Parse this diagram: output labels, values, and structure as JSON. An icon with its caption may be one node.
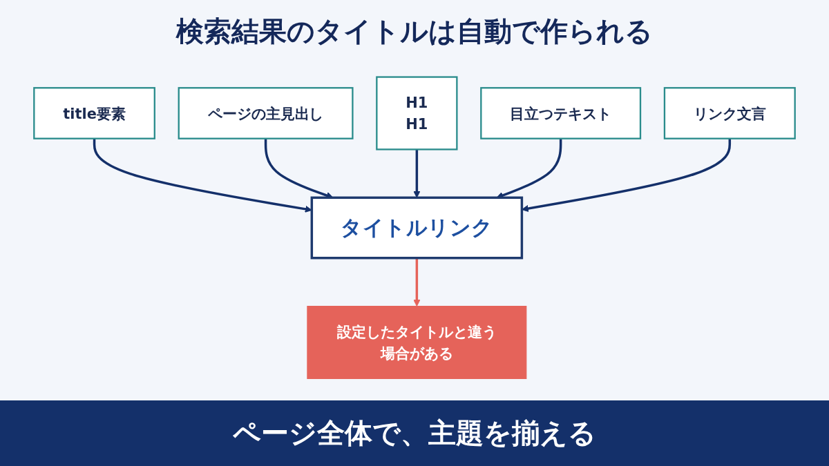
{
  "diagram": {
    "title": "検索結果のタイトルは自動で作られる",
    "nodes": [
      {
        "text": [
          "title要素"
        ]
      },
      {
        "text": [
          "ページの主見出し"
        ]
      },
      {
        "text": [
          "H1",
          "H1"
        ]
      },
      {
        "text": [
          "目立つテキスト"
        ]
      },
      {
        "text": [
          "リンク文言"
        ]
      },
      {
        "text": [
          "タイトルリンク"
        ]
      },
      {
        "text": [
          "設定したタイトルと違う場合がある"
        ]
      }
    ],
    "edges": [
      {
        "from": 0,
        "to": 5,
        "arrow": "to"
      },
      {
        "from": 1,
        "to": 5,
        "arrow": "to"
      },
      {
        "from": 2,
        "to": 5,
        "arrow": "to"
      },
      {
        "from": 3,
        "to": 5,
        "arrow": "to"
      },
      {
        "from": 4,
        "to": 5,
        "arrow": "to"
      },
      {
        "from": 5,
        "to": 6,
        "arrow": "to",
        "color": "#e5635a"
      }
    ],
    "caption": "ページ全体で、主題を揃える"
  }
}
